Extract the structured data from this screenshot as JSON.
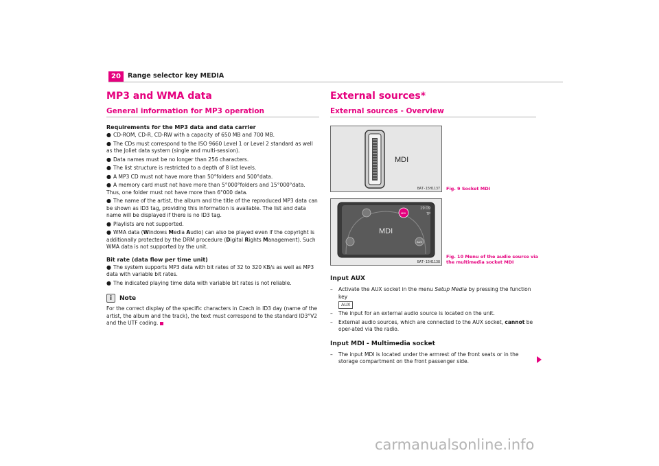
{
  "header": {
    "page_number": "20",
    "running_title": "Range selector key MEDIA"
  },
  "left": {
    "title": "MP3 and WMA data",
    "section_title": "General information for MP3 operation",
    "requirements_heading": "Requirements for the MP3 data and data carrier",
    "requirements": [
      "CD-ROM, CD-R, CD-RW with a capacity of 650 MB and 700 MB.",
      "The CDs must correspond to the ISO 9660 Level 1 or Level 2 standard as well as the Joliet data system (single and multi-session).",
      "Data names must be no longer than 256 characters.",
      "The list structure is restricted to a depth of 8 list levels.",
      "A MP3 CD must not have more than 50°folders and 500°data.",
      "A memory card must not have more than 5°000°folders and 15°000°data. Thus, one folder must not have more than 6°000 data.",
      "The name of the artist, the album and the title of the reproduced MP3 data can be shown as ID3 tag, providing this information is available. The list and data name will be displayed if there is no ID3 tag.",
      "Playlists are not supported."
    ],
    "wma": {
      "p1": "WMA data (",
      "w": "W",
      "p2": "indows ",
      "m": "M",
      "p3": "edia ",
      "a": "A",
      "p4": "udio) can also be played even if the copyright is additionally protected by the DRM procedure (",
      "d": "D",
      "p5": "igital ",
      "r": "R",
      "p6": "ights ",
      "m2": "M",
      "p7": "anagement). Such WMA data is not supported by the unit."
    },
    "bitrate_heading": "Bit rate (data flow per time unit)",
    "bitrate_items": [
      "The system supports MP3 data with bit rates of 32 to 320 KB/s as well as MP3 data with variable bit rates.",
      "The indicated playing time data with variable bit rates is not reliable."
    ],
    "note_title": "Note",
    "note_icon": "i",
    "note_text": "For the correct display of the specific characters in Czech in ID3 day (name of the artist, the album and the track), the text must correspond to the standard ID3°V2 and the UTF coding."
  },
  "right": {
    "title": "External sources*",
    "section_title": "External sources - Overview",
    "fig1": {
      "label": "MDI",
      "code": "BAT-15H1137",
      "caption": "Fig. 9   Socket MDI"
    },
    "fig2": {
      "label": "MDI",
      "time": "19:09",
      "tp": "TP",
      "btn_mdi": "MDI",
      "btn_aux": "AUX",
      "code": "BAT-15H1138",
      "caption": "Fig. 10   Menu of the audio source via the multimedia socket MDI"
    },
    "aux_heading": "Input AUX",
    "aux_item1_a": "Activate the AUX socket in the menu ",
    "aux_item1_italic": "Setup Media",
    "aux_item1_b": " by pressing the function key",
    "aux_key": "AUX",
    "aux_item2": "The input for an external audio source is located on the unit.",
    "aux_item3_a": "External audio sources, which are connected to the AUX socket, ",
    "aux_item3_bold": "cannot",
    "aux_item3_b": " be oper-ated via the radio.",
    "mdi_heading": "Input MDI - Multimedia socket",
    "mdi_item1": "The input MDI is located under the armrest of the front seats or in the storage compartment on the front passenger side."
  },
  "watermark": "carmanualsonline.info",
  "colors": {
    "accent": "#e5007e",
    "rule": "#b0b0b0"
  }
}
